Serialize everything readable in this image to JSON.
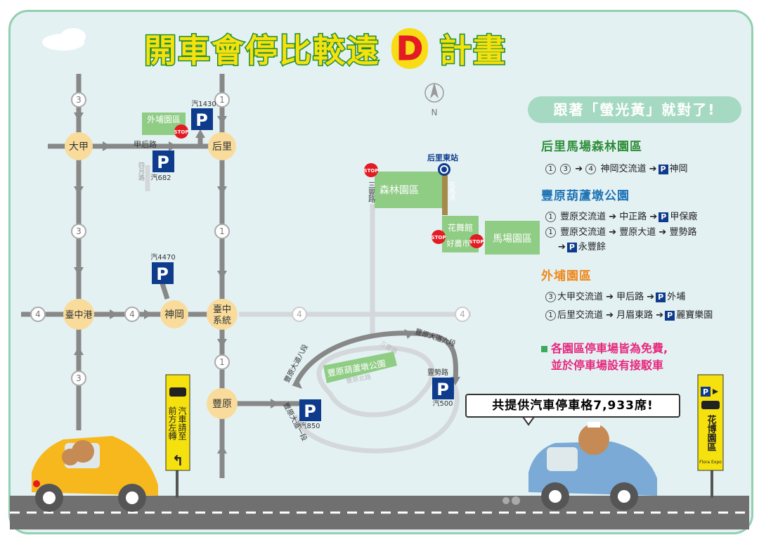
{
  "title": {
    "pre": "開車會停比較遠",
    "letter": "D",
    "post": "計畫"
  },
  "compass": {
    "letter": "N"
  },
  "tagline": "跟著「螢光黃」就對了!",
  "zones": {
    "houli": {
      "name": "后里馬場森林園區",
      "color": "#2f8f3a",
      "routes": [
        {
          "circles": [
            "1",
            "3"
          ],
          "via": "4",
          "text": "神岡交流道",
          "dest": "神岡"
        }
      ]
    },
    "fengyuan": {
      "name": "豐原葫蘆墩公園",
      "color": "#1f74b6",
      "routes": [
        {
          "circle": "1",
          "text": "豐原交流道 ➔ 中正路 ➔",
          "dest": "甲保廠"
        },
        {
          "circle": "1",
          "text": "豐原交流道 ➔ 豐原大道 ➔ 豐勢路",
          "line2": "➔",
          "dest": "永豐餘"
        }
      ]
    },
    "waipu": {
      "name": "外埔園區",
      "color": "#f0891c",
      "routes": [
        {
          "circle": "3",
          "text": "大甲交流道 ➔ 甲后路 ➔",
          "dest": "外埔"
        },
        {
          "circle": "1",
          "text": "后里交流道 ➔ 月眉東路 ➔",
          "dest": "麗寶樂園"
        }
      ]
    }
  },
  "note": {
    "line1": "各園區停車場皆為免費,",
    "line2": "並於停車場設有接駁車"
  },
  "speech": "共提供汽車停車格7,933席!",
  "parking_symbol": "P",
  "map": {
    "towns": {
      "dajia": "大甲",
      "houli": "后里",
      "taichung_port": "臺中港",
      "shengang": "神岡",
      "taichung_sys_1": "臺中",
      "taichung_sys_2": "系統",
      "fengyuan": "豐原"
    },
    "highways": {
      "h1": "1",
      "h3": "3",
      "h4": "4"
    },
    "roads": {
      "jiahou": "甲后路",
      "yuemei": "四月路",
      "sanfeng": "三豐路",
      "huama": "花馬道",
      "fengyuan_6_top": "豐原大道六段",
      "fengyuan_6_right": "豐原大道六段",
      "fengyuan_8": "豐原大道八段",
      "fengyuan_7": "豐原大道一段",
      "sanfeng_loop": "三豐路",
      "huludun_n": "豐原北路"
    },
    "parks": {
      "waipu": "外埔園區",
      "forest": "森林園區",
      "dance": "花舞館",
      "horse": "馬場園區",
      "farmers": "好農市",
      "huludun": "豐原葫蘆墩公園"
    },
    "station": "后里東站",
    "stop": "STOP",
    "lots": {
      "p1430": "汽1430",
      "p682": "汽682",
      "p4470": "汽4470",
      "p850": "汽850",
      "p500": "汽500",
      "fengshi": "豐勢路"
    }
  },
  "sign_left": {
    "lines": [
      "汽車請至",
      "前方左轉"
    ],
    "arrow": "↰"
  },
  "sign_right": {
    "text": "花博園區",
    "sub": "Flora Expo"
  },
  "colors": {
    "highway_gray": "#888888",
    "town_circle": "#f9dc9b",
    "park_green": "#8fcc84",
    "parking_blue": "#0e3b8c",
    "stop_red": "#e31b23",
    "sign_yellow": "#f5e10d",
    "tagline_bg": "#a6d9c2",
    "frame": "#93cfb1",
    "bg": "#e4f1f3",
    "road": "#707070"
  }
}
